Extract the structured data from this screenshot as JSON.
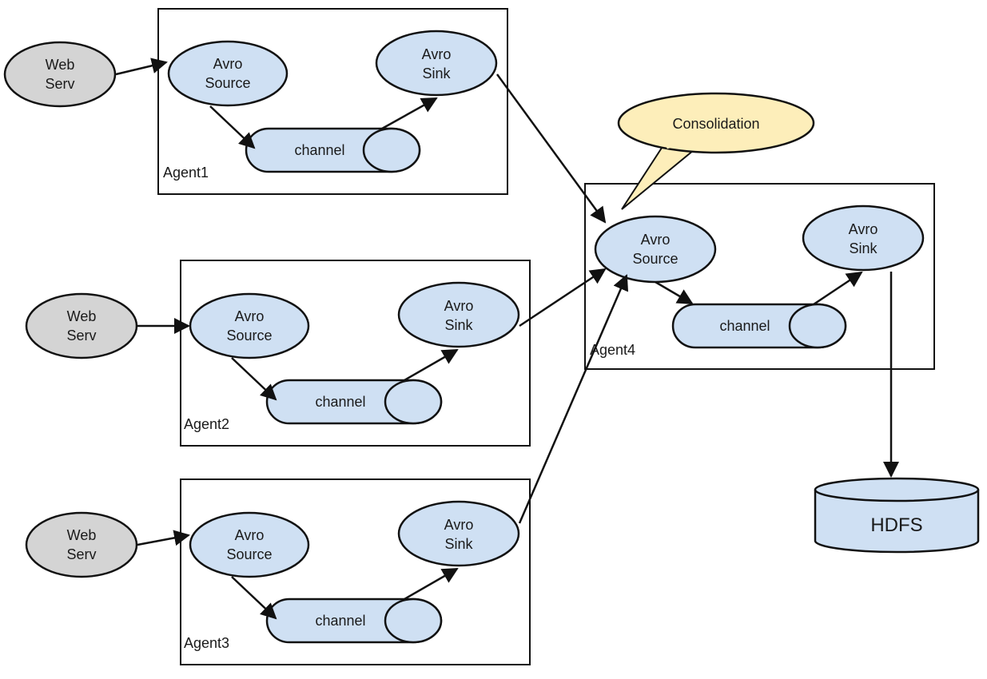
{
  "colors": {
    "node_fill": "#cfe0f3",
    "web_fill": "#d4d4d4",
    "callout_fill": "#fdeeba",
    "stroke": "#111111"
  },
  "agents": [
    {
      "name": "Agent1",
      "web": [
        "Web",
        "Serv"
      ],
      "source": [
        "Avro",
        "Source"
      ],
      "sink": [
        "Avro",
        "Sink"
      ],
      "channel": "channel"
    },
    {
      "name": "Agent2",
      "web": [
        "Web",
        "Serv"
      ],
      "source": [
        "Avro",
        "Source"
      ],
      "sink": [
        "Avro",
        "Sink"
      ],
      "channel": "channel"
    },
    {
      "name": "Agent3",
      "web": [
        "Web",
        "Serv"
      ],
      "source": [
        "Avro",
        "Source"
      ],
      "sink": [
        "Avro",
        "Sink"
      ],
      "channel": "channel"
    }
  ],
  "agent4": {
    "name": "Agent4",
    "source": [
      "Avro",
      "Source"
    ],
    "sink": [
      "Avro",
      "Sink"
    ],
    "channel": "channel"
  },
  "callout": "Consolidation",
  "storage": "HDFS"
}
